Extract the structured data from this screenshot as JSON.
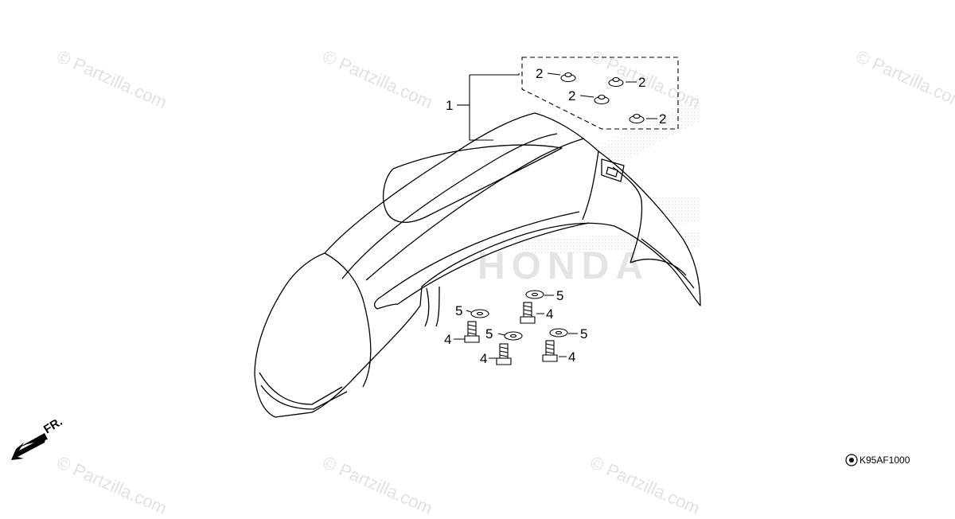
{
  "diagram": {
    "callouts": [
      "1",
      "2",
      "2",
      "2",
      "2",
      "4",
      "4",
      "4",
      "4",
      "5",
      "5",
      "5",
      "5"
    ],
    "direction_label": "FR.",
    "diagram_code": "K95AF1000",
    "watermark": "© Partzilla.com",
    "brand_watermark": "HONDA"
  }
}
